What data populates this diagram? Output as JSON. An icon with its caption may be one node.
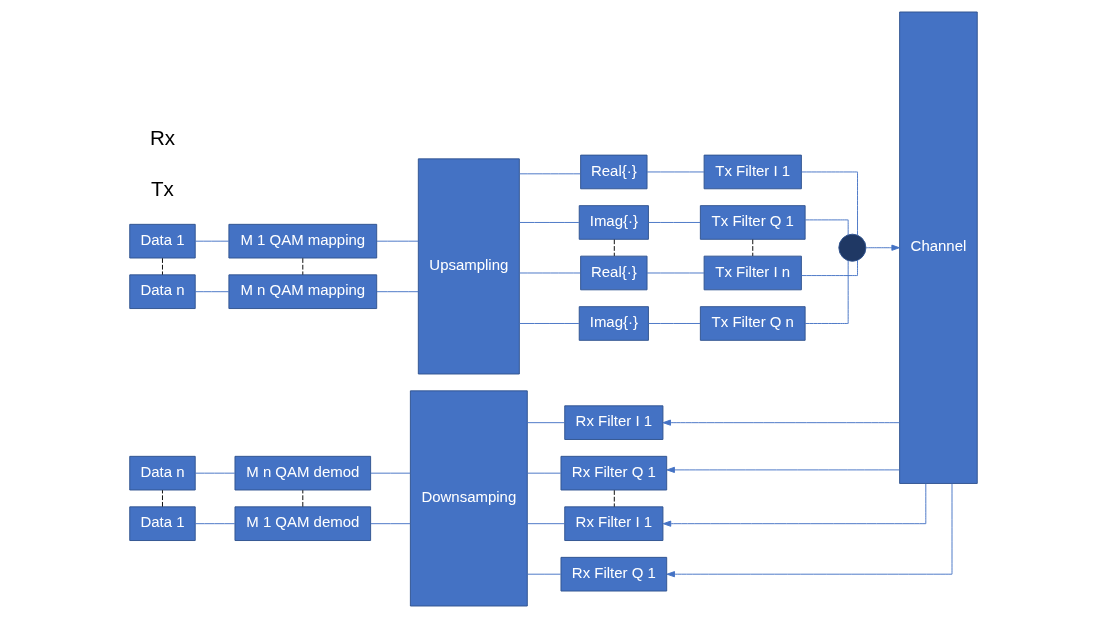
{
  "diagram": {
    "nodes": [
      {
        "text": [
          "Data 1"
        ]
      },
      {
        "text": [
          "M 1 QAM mapping"
        ]
      },
      {
        "text": [
          "Upsampling"
        ]
      },
      {
        "text": [
          "Real{·}"
        ]
      },
      {
        "text": [
          "Tx Filter I 1"
        ]
      },
      {
        "text": [
          "Imag{·}"
        ]
      },
      {
        "text": [
          "Tx Filter Q 1"
        ]
      },
      {
        "text": [
          "Data n"
        ]
      },
      {
        "text": [
          "M n QAM mapping"
        ]
      },
      {
        "text": [
          "Real{·}"
        ]
      },
      {
        "text": [
          "Tx Filter I n"
        ]
      },
      {
        "text": [
          "Imag{·}"
        ]
      },
      {
        "text": [
          "Tx Filter Q n"
        ]
      },
      {
        "text": [],
        "shape": "circle"
      },
      {
        "text": [
          "Channel"
        ]
      },
      {
        "text": [
          "Data 1"
        ]
      },
      {
        "text": [
          "M 1 QAM demod"
        ]
      },
      {
        "text": [
          "Downsamping"
        ]
      },
      {
        "text": [
          "Rx Filter I 1"
        ]
      },
      {
        "text": [
          "Rx Filter Q 1"
        ]
      },
      {
        "text": [
          "Data n"
        ]
      },
      {
        "text": [
          "M n QAM demod"
        ]
      },
      {
        "text": [
          "Rx Filter I 1"
        ]
      },
      {
        "text": [
          "Rx Filter Q 1"
        ]
      }
    ],
    "edges": [
      {
        "from": 0,
        "to": 1,
        "arrow": "none"
      },
      {
        "from": 1,
        "to": 2,
        "arrow": "none"
      },
      {
        "from": 7,
        "to": 8,
        "arrow": "none"
      },
      {
        "from": 8,
        "to": 2,
        "arrow": "none"
      },
      {
        "from": 0,
        "to": 7,
        "arrow": "none",
        "style": "dashed",
        "color": "#000000"
      },
      {
        "from": 1,
        "to": 8,
        "arrow": "none",
        "style": "dashed",
        "color": "#000000"
      },
      {
        "from": 2,
        "to": 3,
        "arrow": "none"
      },
      {
        "from": 2,
        "to": 5,
        "arrow": "none"
      },
      {
        "from": 2,
        "to": 9,
        "arrow": "none"
      },
      {
        "from": 2,
        "to": 11,
        "arrow": "none"
      },
      {
        "from": 3,
        "to": 4,
        "arrow": "none"
      },
      {
        "from": 5,
        "to": 6,
        "arrow": "none"
      },
      {
        "from": 9,
        "to": 10,
        "arrow": "none"
      },
      {
        "from": 11,
        "to": 12,
        "arrow": "none"
      },
      {
        "from": 5,
        "to": 9,
        "arrow": "none",
        "style": "dashed",
        "color": "#000000"
      },
      {
        "from": 6,
        "to": 10,
        "arrow": "none",
        "style": "dashed",
        "color": "#000000"
      },
      {
        "from": 4,
        "to": 13,
        "arrow": "none"
      },
      {
        "from": 6,
        "to": 13,
        "arrow": "none"
      },
      {
        "from": 10,
        "to": 13,
        "arrow": "none"
      },
      {
        "from": 12,
        "to": 13,
        "arrow": "none"
      },
      {
        "from": 13,
        "to": 14,
        "arrow": "to"
      },
      {
        "from": 14,
        "to": 18,
        "arrow": "to"
      },
      {
        "from": 14,
        "to": 19,
        "arrow": "to"
      },
      {
        "from": 14,
        "to": 22,
        "arrow": "to"
      },
      {
        "from": 14,
        "to": 23,
        "arrow": "to"
      },
      {
        "from": 17,
        "to": 18,
        "arrow": "none"
      },
      {
        "from": 17,
        "to": 19,
        "arrow": "none"
      },
      {
        "from": 17,
        "to": 22,
        "arrow": "none"
      },
      {
        "from": 17,
        "to": 23,
        "arrow": "none"
      },
      {
        "from": 19,
        "to": 22,
        "arrow": "none",
        "style": "dashed",
        "color": "#000000"
      },
      {
        "from": 16,
        "to": 17,
        "arrow": "none"
      },
      {
        "from": 21,
        "to": 17,
        "arrow": "none"
      },
      {
        "from": 15,
        "to": 16,
        "arrow": "none"
      },
      {
        "from": 20,
        "to": 21,
        "arrow": "none"
      },
      {
        "from": 15,
        "to": 20,
        "arrow": "none",
        "style": "dashed",
        "color": "#000000"
      },
      {
        "from": 16,
        "to": 21,
        "arrow": "none",
        "style": "dashed",
        "color": "#000000"
      }
    ],
    "labels": [
      "Tx",
      "Rx"
    ]
  }
}
